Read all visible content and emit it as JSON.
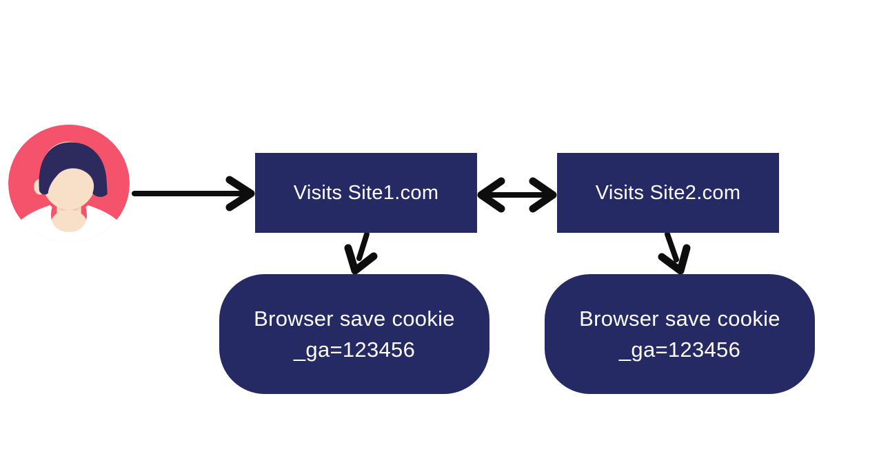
{
  "nodes": {
    "site1": {
      "label": "Visits Site1.com"
    },
    "site2": {
      "label": "Visits Site2.com"
    },
    "cookie1": {
      "line1": "Browser save cookie",
      "line2": "_ga=123456"
    },
    "cookie2": {
      "line1": "Browser save cookie",
      "line2": "_ga=123456"
    }
  },
  "edges": [
    {
      "from": "user-avatar",
      "to": "site1",
      "style": "single-arrow",
      "direction": "right"
    },
    {
      "from": "site1",
      "to": "site2",
      "style": "double-arrow",
      "direction": "both"
    },
    {
      "from": "site1",
      "to": "cookie1",
      "style": "single-arrow",
      "direction": "down"
    },
    {
      "from": "site2",
      "to": "cookie2",
      "style": "single-arrow",
      "direction": "down"
    }
  ],
  "icons": {
    "user_avatar": "user-avatar-icon"
  },
  "colors": {
    "node_fill": "#262a64",
    "node_text": "#ffffff",
    "arrow": "#0d0d0d",
    "avatar_bg": "#f4536b",
    "avatar_skin": "#f8dfc8",
    "avatar_skin_shadow": "#eccaa9",
    "avatar_hair": "#2d2a5e",
    "avatar_shirt": "#ffffff",
    "background": "#ffffff"
  }
}
